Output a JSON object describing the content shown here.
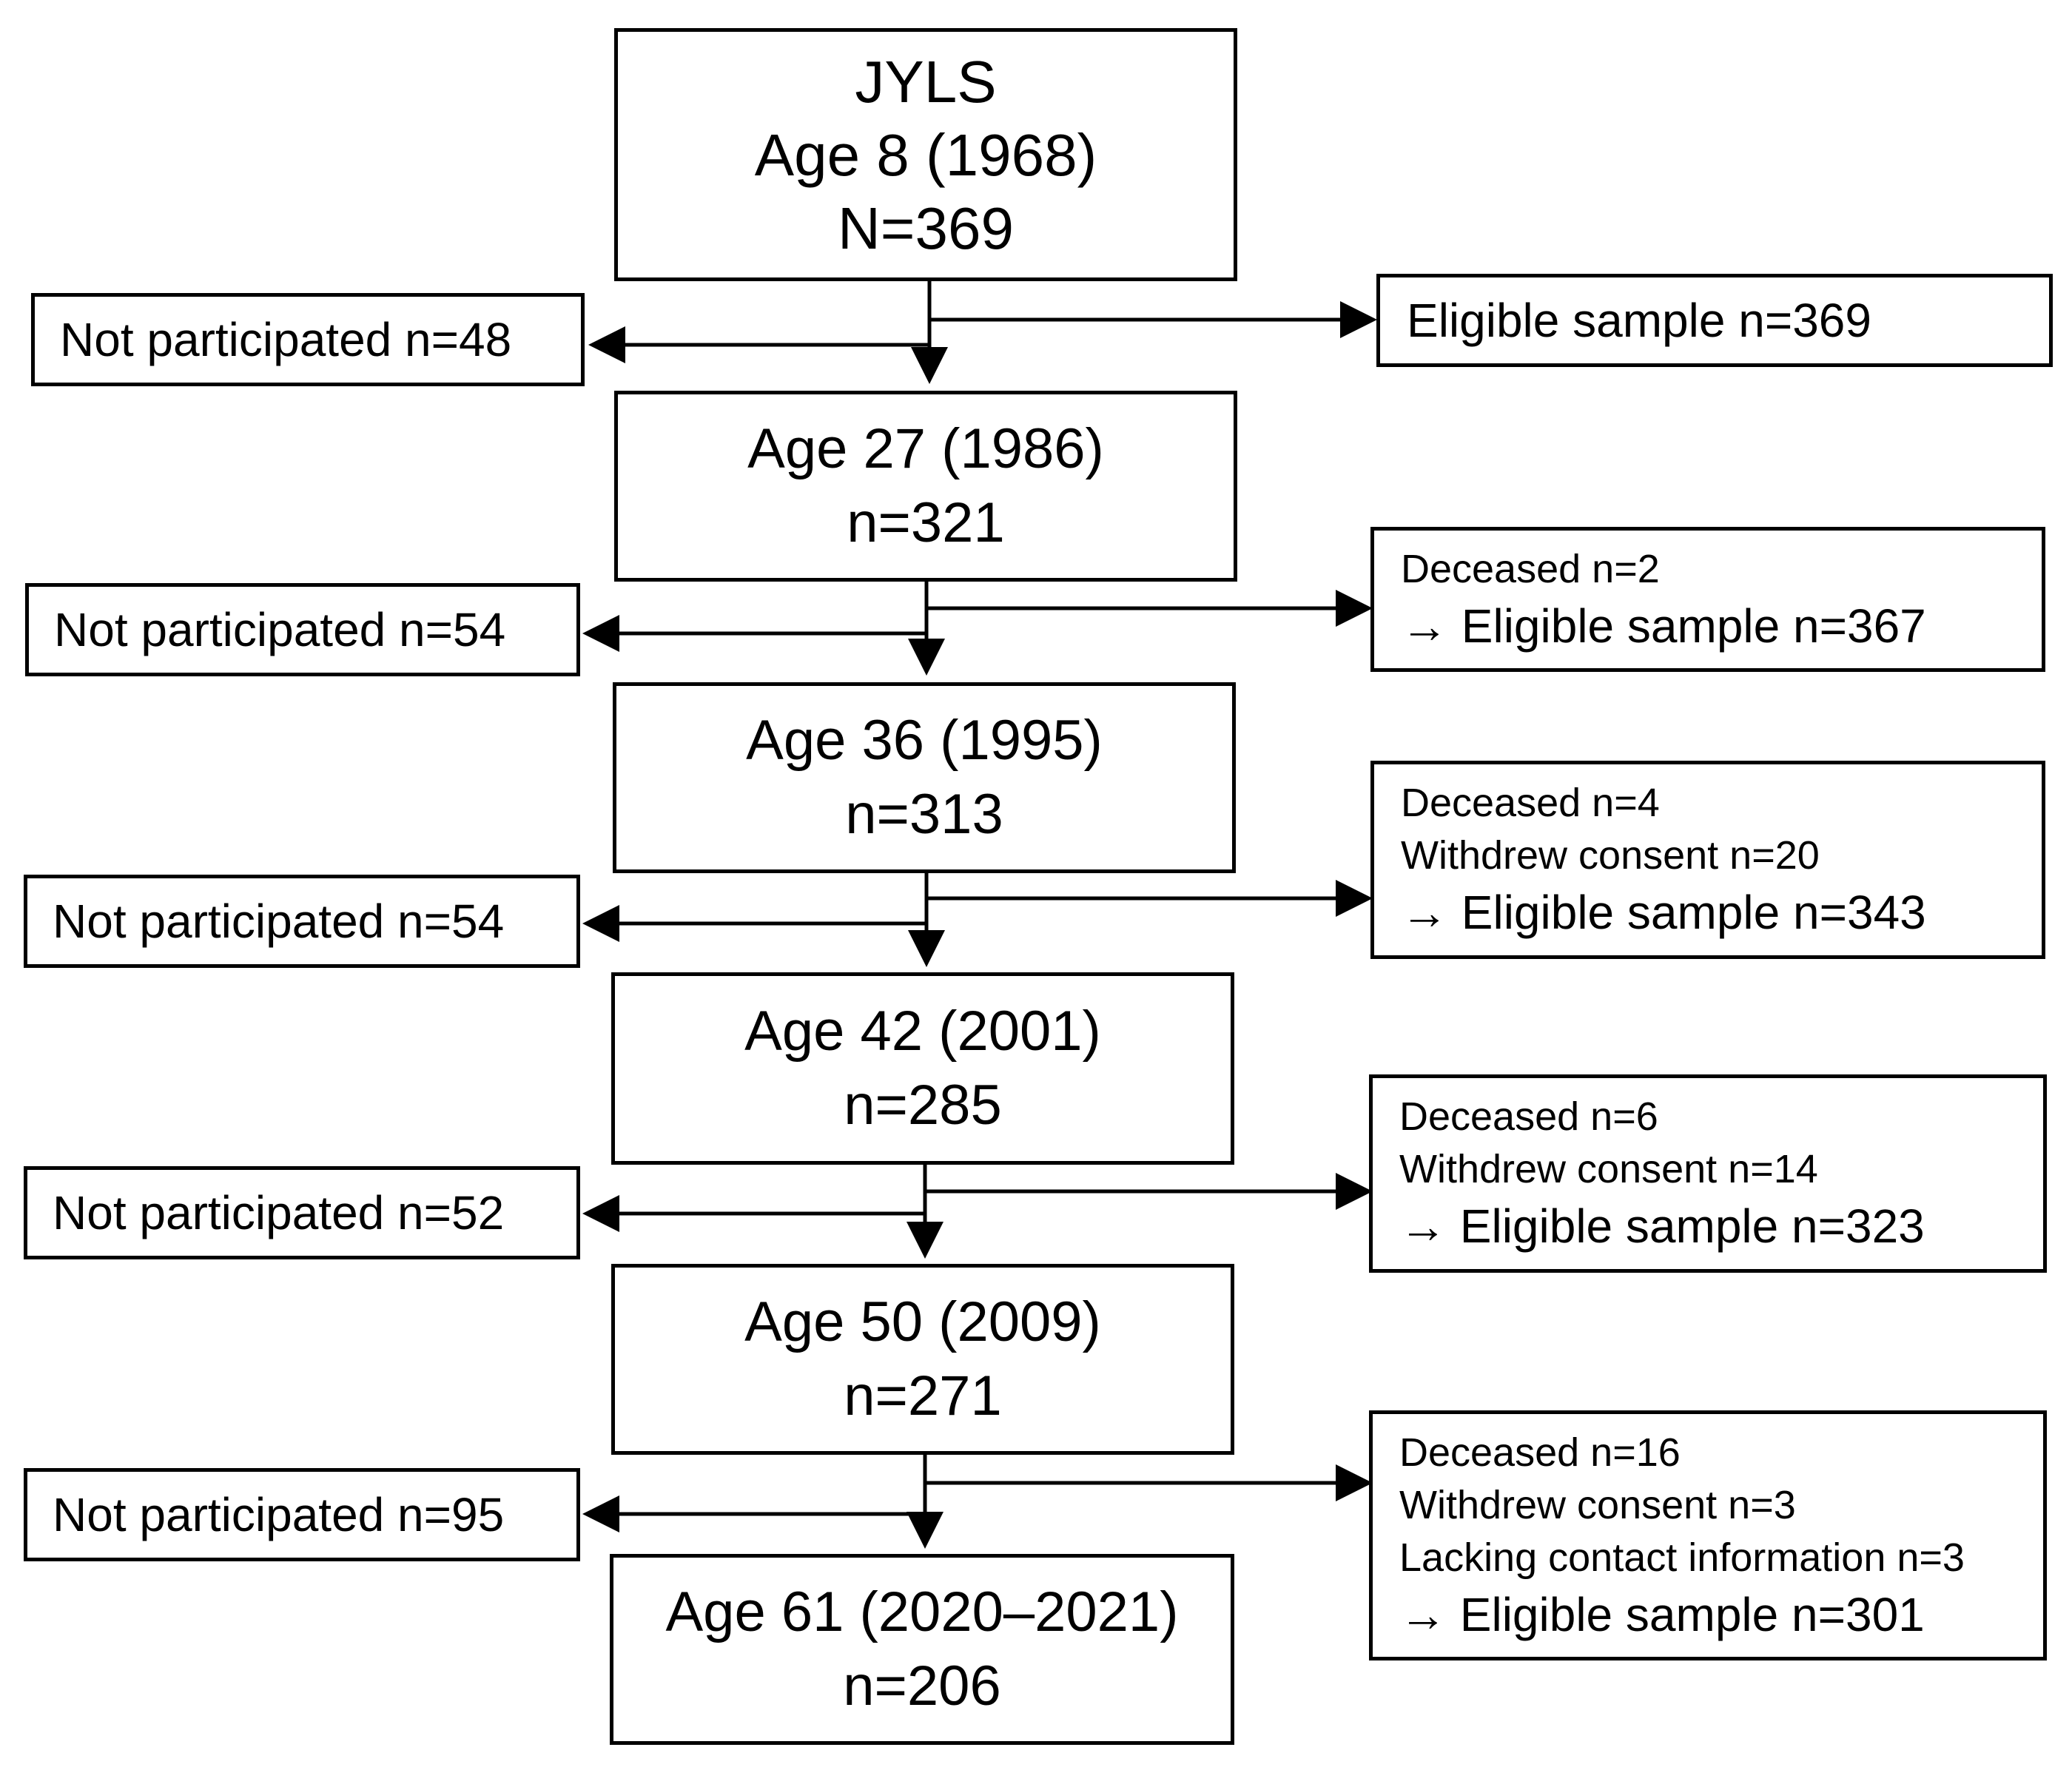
{
  "stages": [
    {
      "lines": [
        "JYLS",
        "Age 8 (1968)",
        "N=369"
      ]
    },
    {
      "lines": [
        "Age 27 (1986)",
        "n=321"
      ]
    },
    {
      "lines": [
        "Age 36 (1995)",
        "n=313"
      ]
    },
    {
      "lines": [
        "Age 42 (2001)",
        "n=285"
      ]
    },
    {
      "lines": [
        "Age 50 (2009)",
        "n=271"
      ]
    },
    {
      "lines": [
        "Age 61 (2020–2021)",
        "n=206"
      ]
    }
  ],
  "not_participated": [
    {
      "label": "Not participated n=48"
    },
    {
      "label": "Not participated n=54"
    },
    {
      "label": "Not participated n=54"
    },
    {
      "label": "Not participated n=52"
    },
    {
      "label": "Not participated n=95"
    }
  ],
  "eligible": [
    {
      "details": [],
      "result": "Eligible sample n=369"
    },
    {
      "details": [
        "Deceased n=2"
      ],
      "result": "→ Eligible sample n=367"
    },
    {
      "details": [
        "Deceased n=4",
        "Withdrew consent n=20"
      ],
      "result": "→ Eligible sample n=343"
    },
    {
      "details": [
        "Deceased n=6",
        "Withdrew consent n=14"
      ],
      "result": "→ Eligible sample n=323"
    },
    {
      "details": [
        "Deceased n=16",
        "Withdrew consent n=3",
        "Lacking contact information n=3"
      ],
      "result": "→ Eligible sample n=301"
    }
  ],
  "colors": {
    "line": "#000000",
    "background": "#ffffff"
  }
}
